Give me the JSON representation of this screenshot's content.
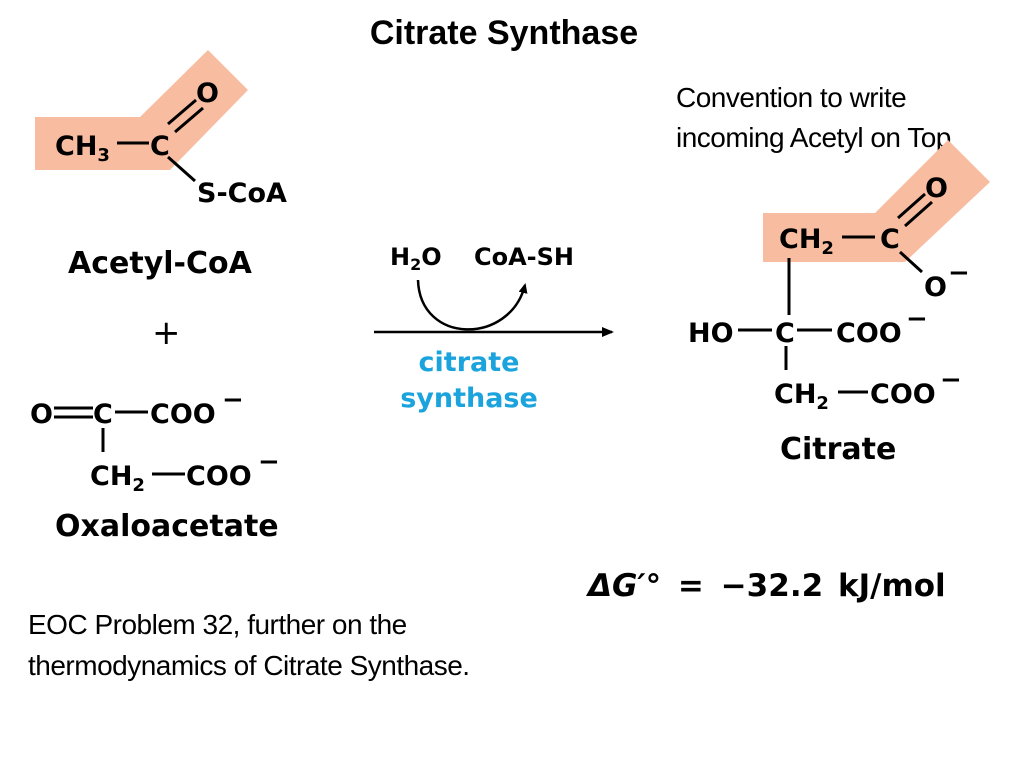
{
  "slide": {
    "title": "Citrate Synthase",
    "note_convention": "Convention to write incoming Acetyl on Top",
    "note_eoc": "EOC Problem 32, further on the thermodynamics of Citrate Synthase."
  },
  "reaction": {
    "reactant1": {
      "name": "Acetyl-CoA",
      "oxygen": "O",
      "methyl": "CH",
      "methyl_sub": "3",
      "carbon": "C",
      "thioester": "S-CoA"
    },
    "plus": "+",
    "reactant2": {
      "name": "Oxaloacetate",
      "oxygen": "O",
      "carbon": "C",
      "carboxylate_a": "COO",
      "methylene": "CH",
      "methylene_sub": "2",
      "carboxylate_b": "COO",
      "charge": "−"
    },
    "inputs": {
      "water": "H",
      "water_sub": "2",
      "water_o": "O",
      "released": "CoA-SH"
    },
    "enzyme": {
      "line1": "citrate",
      "line2": "synthase",
      "color": "#1aa3dc"
    },
    "product": {
      "name": "Citrate",
      "top_methylene": "CH",
      "top_sub": "2",
      "top_carbon": "C",
      "top_oxygen": "O",
      "top_oxide": "O",
      "hydroxyl": "HO",
      "center_carbon": "C",
      "carboxylate_center": "COO",
      "bottom_methylene": "CH",
      "bottom_sub": "2",
      "carboxylate_bottom": "COO",
      "charge": "−"
    },
    "delta_g": {
      "symbol": "ΔG′°",
      "equals": "=",
      "value": "−32.2",
      "unit": "kJ/mol"
    }
  },
  "colors": {
    "acetyl_highlight": "#f8bda0",
    "enzyme_blue": "#1aa3dc"
  }
}
